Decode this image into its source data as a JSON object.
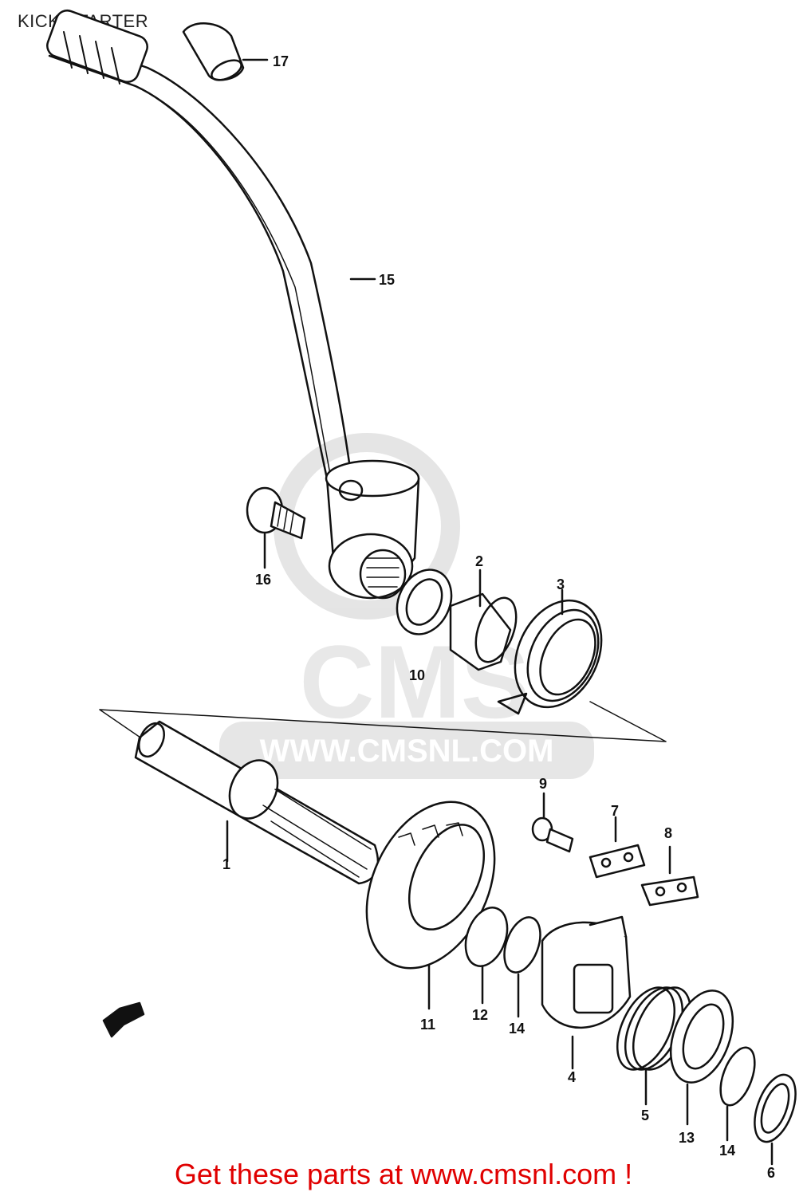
{
  "title": "KICK STARTER",
  "footer_text": "Get these parts at www.cmsnl.com !",
  "watermark": {
    "logo_text": "CMS",
    "url_text": "WWW.CMSNL.COM"
  },
  "callouts": [
    "17",
    "15",
    "16",
    "2",
    "3",
    "10",
    "9",
    "7",
    "8",
    "1",
    "11",
    "12",
    "14",
    "4",
    "5",
    "13",
    "14",
    "6"
  ],
  "colors": {
    "line": "#111111",
    "footer": "#e00000",
    "watermark": "#dddddd"
  }
}
